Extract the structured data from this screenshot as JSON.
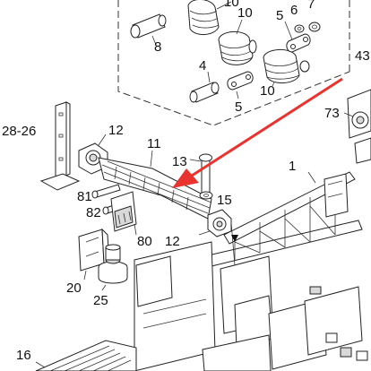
{
  "labels": {
    "l10a": "10",
    "l10b": "10",
    "l10c": "10",
    "l7": "7",
    "l5a": "5",
    "l6": "6",
    "l8": "8",
    "l43": "43",
    "l4": "4",
    "l5b": "5",
    "l73": "73",
    "l28_26": "28-26",
    "l12a": "12",
    "l11": "11",
    "l1": "1",
    "l13": "13",
    "l15": "15",
    "l81": "81",
    "l82": "82",
    "l12b": "12",
    "l80": "80",
    "l20": "20",
    "l25": "25",
    "l16": "16"
  },
  "colors": {
    "arrow": "#e8332e",
    "line": "#222222"
  }
}
